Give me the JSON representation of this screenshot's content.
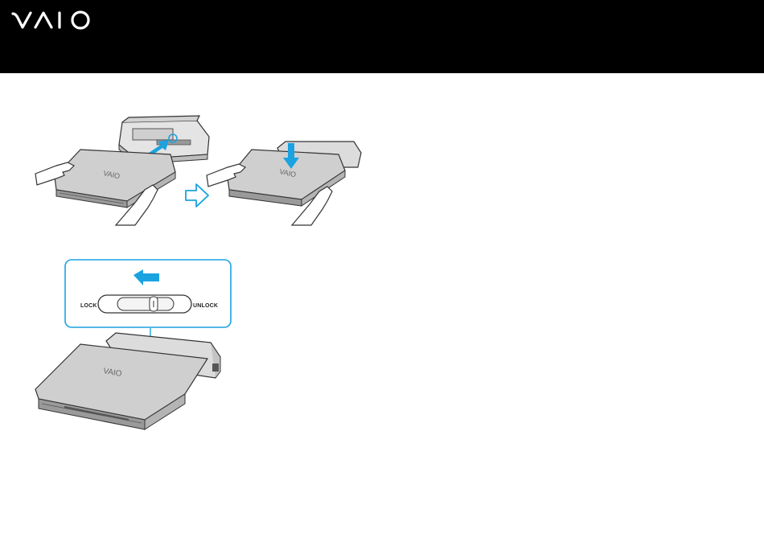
{
  "header": {
    "background": "#000000",
    "logo": {
      "text": "VAIO",
      "icon": "vaio-logo-icon",
      "color": "#ffffff"
    }
  },
  "illustrations": {
    "step1": {
      "icon": "laptop-align-with-dock-icon",
      "laptop_logo": "VAIO"
    },
    "step_arrow": {
      "icon": "outline-arrow-right-icon",
      "color": "#1aa3e0"
    },
    "step2": {
      "icon": "laptop-press-into-dock-icon",
      "laptop_logo": "VAIO"
    },
    "lock_switch": {
      "icon": "dock-lock-switch-icon",
      "lock_label": "LOCK",
      "unlock_label": "UNLOCK",
      "slide_direction_icon": "arrow-left-icon",
      "accent": "#1aa3e0"
    },
    "step3": {
      "icon": "laptop-docked-icon",
      "laptop_logo": "VAIO"
    }
  }
}
